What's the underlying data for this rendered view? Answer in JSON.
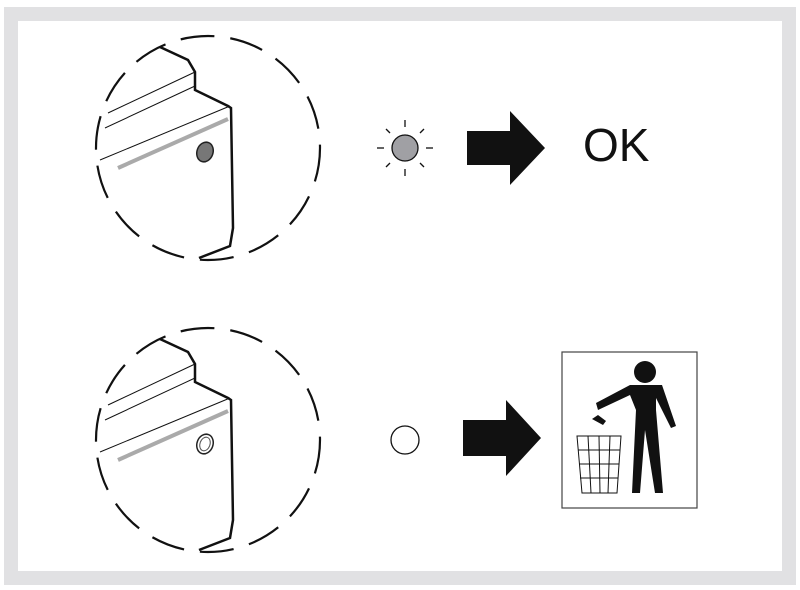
{
  "rows": [
    {
      "indicator": "lit",
      "result_label": "OK"
    },
    {
      "indicator": "off",
      "result": "dispose-in-trash"
    }
  ],
  "colors": {
    "frame": "#e1e1e3",
    "lamp_on": "#a0a0a4",
    "stroke": "#111111"
  }
}
